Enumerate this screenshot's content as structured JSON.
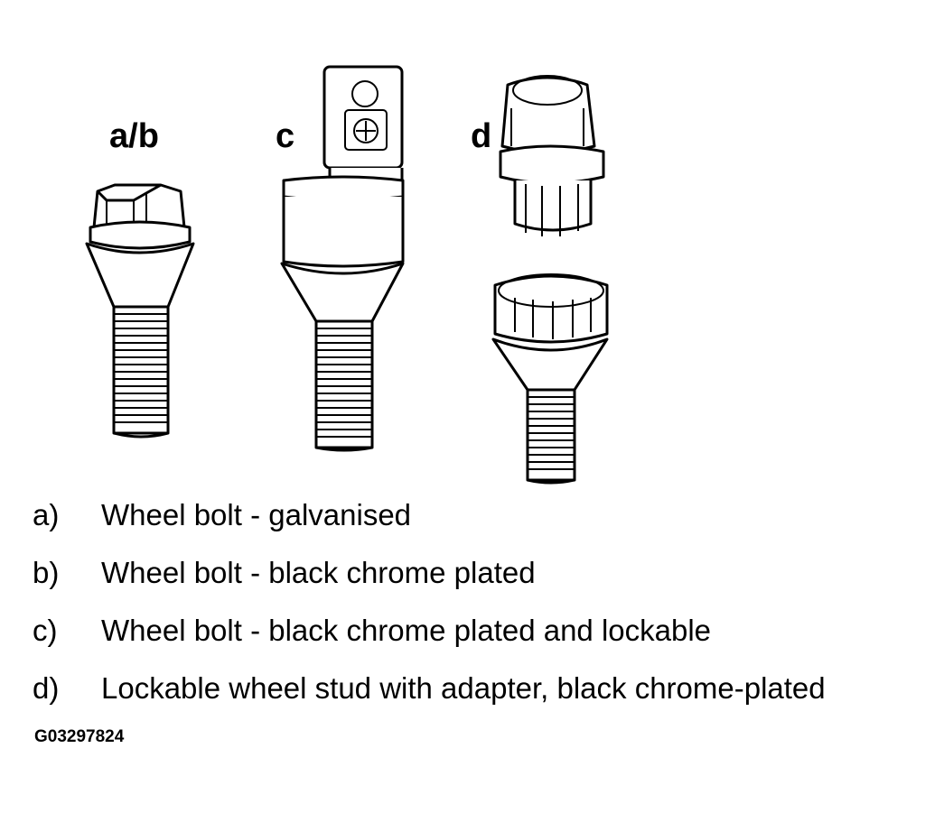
{
  "figure": {
    "labels": {
      "ab": "a/b",
      "c": "c",
      "d": "d"
    }
  },
  "legend": {
    "items": [
      {
        "key": "a)",
        "text": "Wheel bolt - galvanised"
      },
      {
        "key": "b)",
        "text": "Wheel bolt - black chrome plated"
      },
      {
        "key": "c)",
        "text": "Wheel bolt - black chrome plated and lockable"
      },
      {
        "key": "d)",
        "text": "Lockable wheel stud with adapter, black chrome-plated"
      }
    ]
  },
  "figure_code": "G03297824"
}
